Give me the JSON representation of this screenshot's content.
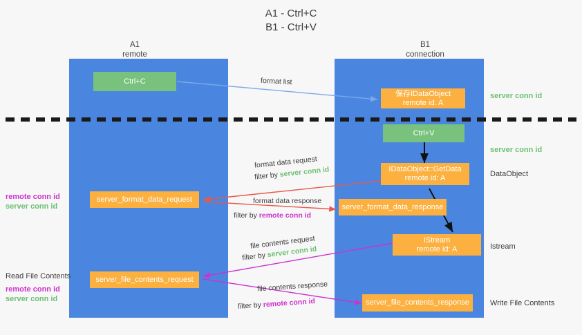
{
  "title": "A1 - Ctrl+C\nB1 - Ctrl+V",
  "columns": {
    "left": "A1\nremote",
    "right": "B1\nconnection"
  },
  "colors": {
    "lane": "#4a86e0",
    "green_box": "#79c27e",
    "orange_box": "#fbb03f",
    "server_conn_id": "#6cbf73",
    "remote_conn_id": "#cc33cc",
    "background": "#f7f7f7",
    "divider": "#1a1a1a",
    "arrow_format_list": "#7aa9e8",
    "arrow_format_data": "#e8594a",
    "arrow_file_contents": "#cc33cc",
    "arrow_black": "#111111"
  },
  "boxes": {
    "ctrl_c": "Ctrl+C",
    "save_idataobject": "保存IDataObject\nremote id: A",
    "ctrl_v": "Ctrl+V",
    "idataobject_getdata": "IDataObject::GetData\nremote id: A",
    "server_format_data_request": "server_format_data_request",
    "server_format_data_response": "server_format_data_response",
    "istream": "IStream\nremote id: A",
    "server_file_contents_request": "server_file_contents_request",
    "server_file_contents_response": "server_file_contents_response"
  },
  "right_labels": {
    "server_conn_id_top": "server conn id",
    "server_conn_id_mid": "server conn id",
    "dataobject": "DataObject",
    "istream": "Istream",
    "write_file_contents": "Write File Contents"
  },
  "left_labels": {
    "remote_conn_id_1": "remote conn id",
    "server_conn_id_1": "server conn id",
    "read_file_contents": "Read File Contents",
    "remote_conn_id_2": "remote conn id",
    "server_conn_id_2": "server conn id"
  },
  "captions": {
    "format_list": "format list",
    "format_data_request": "format data request",
    "format_data_request_filter_prefix": "filter by ",
    "format_data_request_filter_key": "server conn id",
    "format_data_response": "format data response",
    "format_data_response_filter_prefix": "filter by ",
    "format_data_response_filter_key": "remote conn id",
    "file_contents_request": "file contents request",
    "file_contents_request_filter_prefix": "filter by ",
    "file_contents_request_filter_key": "server conn id",
    "file_contents_response": "file contents response",
    "file_contents_response_filter_prefix": "filter by ",
    "file_contents_response_filter_key": "remote conn id"
  }
}
